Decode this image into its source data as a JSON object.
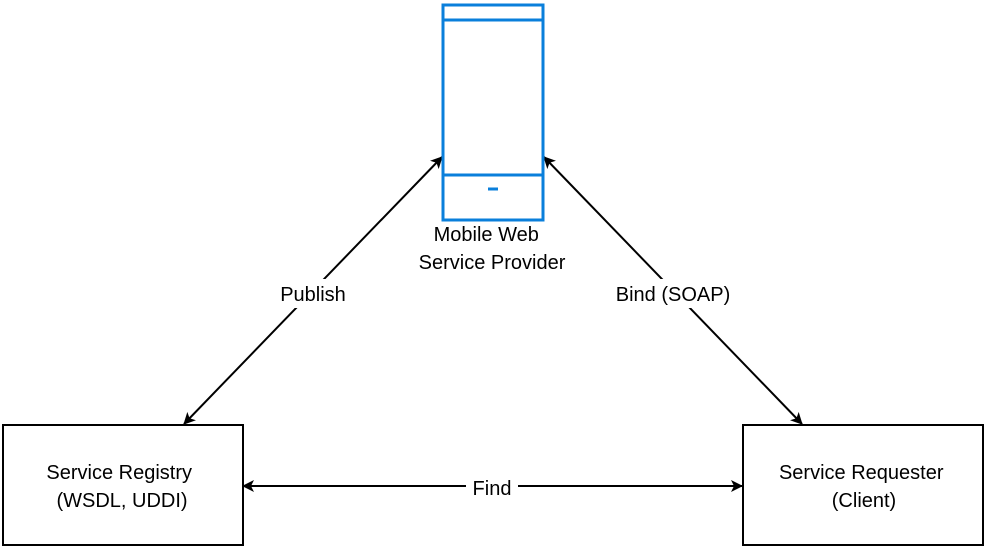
{
  "provider": {
    "icon": "mobile-phone-icon",
    "color": "#0a7fdb",
    "label_line1": "Mobile Web",
    "label_line2": "Service Provider"
  },
  "registry": {
    "label_line1": "Service Registry",
    "label_line2": "(WSDL, UDDI)"
  },
  "requester": {
    "label_line1": "Service Requester",
    "label_line2": "(Client)"
  },
  "edges": {
    "publish": "Publish",
    "bind": "Bind (SOAP)",
    "find": "Find"
  }
}
